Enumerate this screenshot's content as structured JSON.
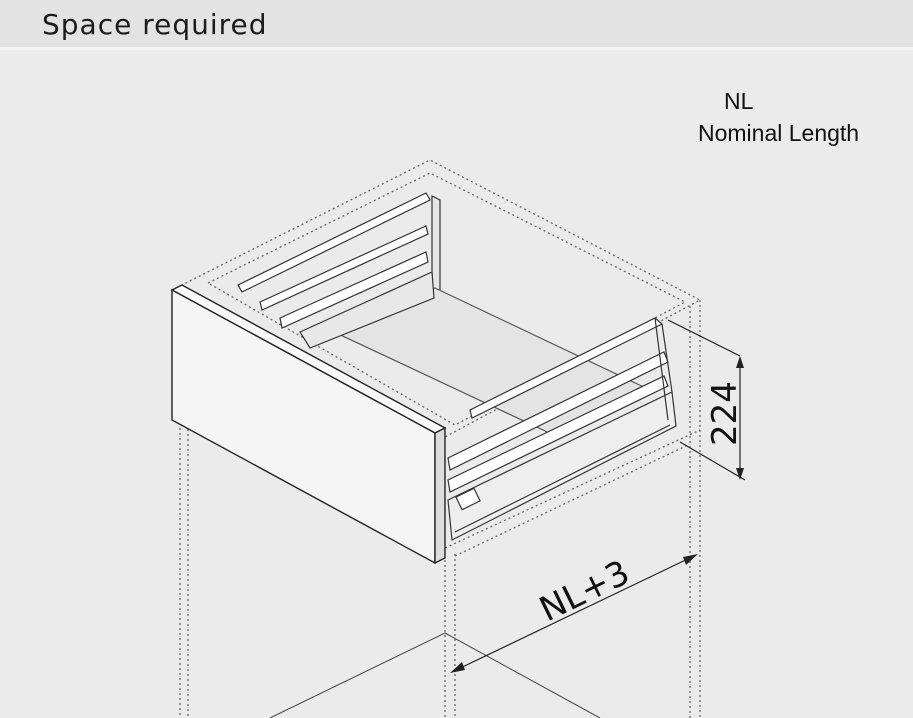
{
  "header": {
    "title": "Space required"
  },
  "legend": {
    "abbreviation": "NL",
    "meaning": "Nominal Length"
  },
  "dimensions": {
    "height": "224",
    "length": "NL+3"
  }
}
